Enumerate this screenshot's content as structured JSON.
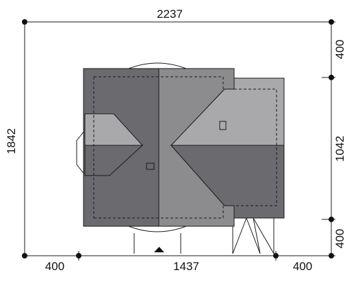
{
  "dimensions": {
    "top_total": "2237",
    "left_total": "1842",
    "right_top": "400",
    "right_middle": "1042",
    "right_bottom": "400",
    "bottom_left": "400",
    "bottom_middle": "1437",
    "bottom_right": "400"
  },
  "colors": {
    "roof_dark": "#6b6b6f",
    "roof_mid": "#8c8c8f",
    "roof_light": "#a9a9ab",
    "outline": "#1a1a1a"
  },
  "icons": {
    "entrance": "triangle-arrow-icon"
  }
}
